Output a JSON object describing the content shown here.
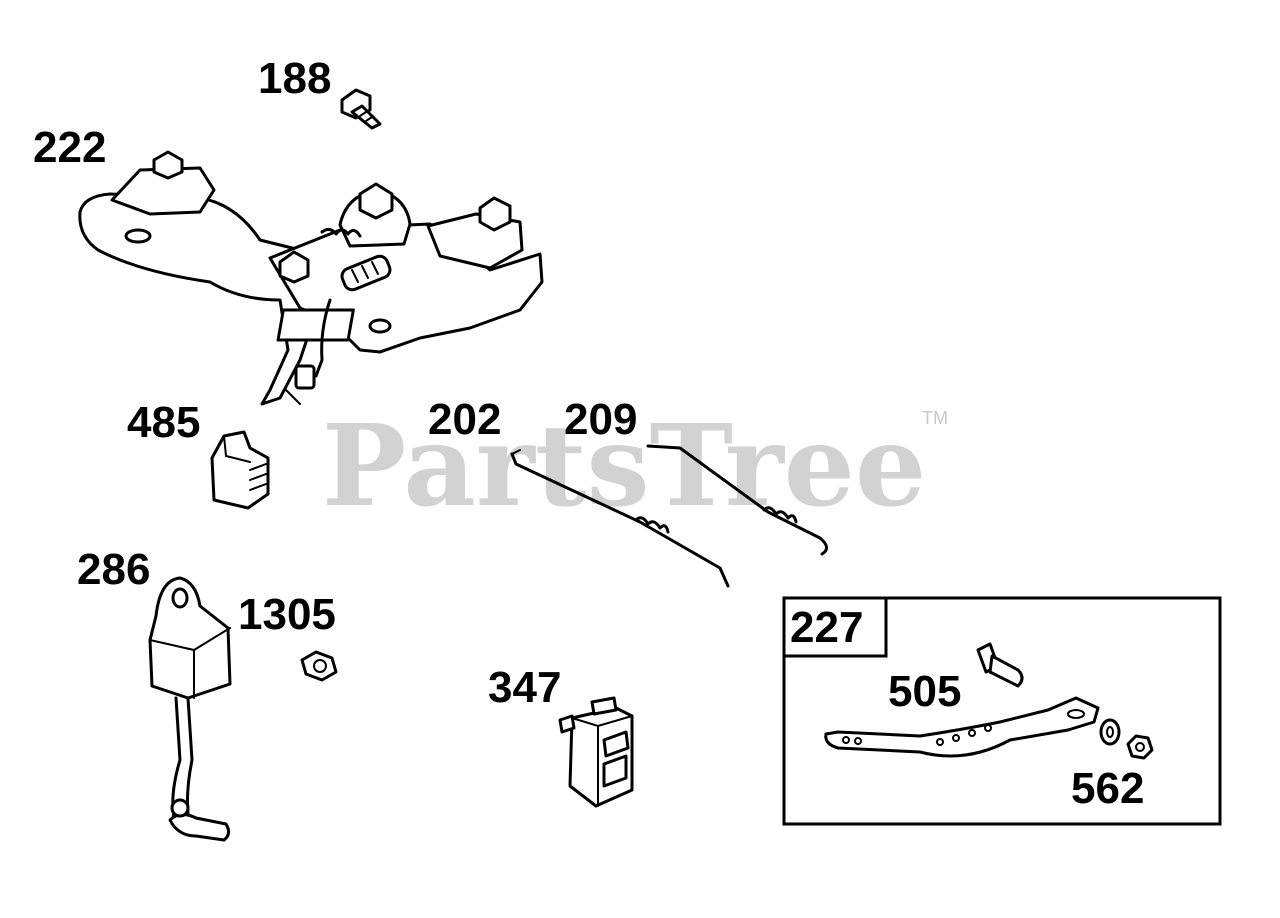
{
  "watermark": {
    "brand": "PartsTree",
    "trademark": "TM"
  },
  "callouts": {
    "c188": "188",
    "c222": "222",
    "c485": "485",
    "c202": "202",
    "c209": "209",
    "c286": "286",
    "c1305": "1305",
    "c347": "347",
    "c227": "227",
    "c505": "505",
    "c562": "562"
  }
}
